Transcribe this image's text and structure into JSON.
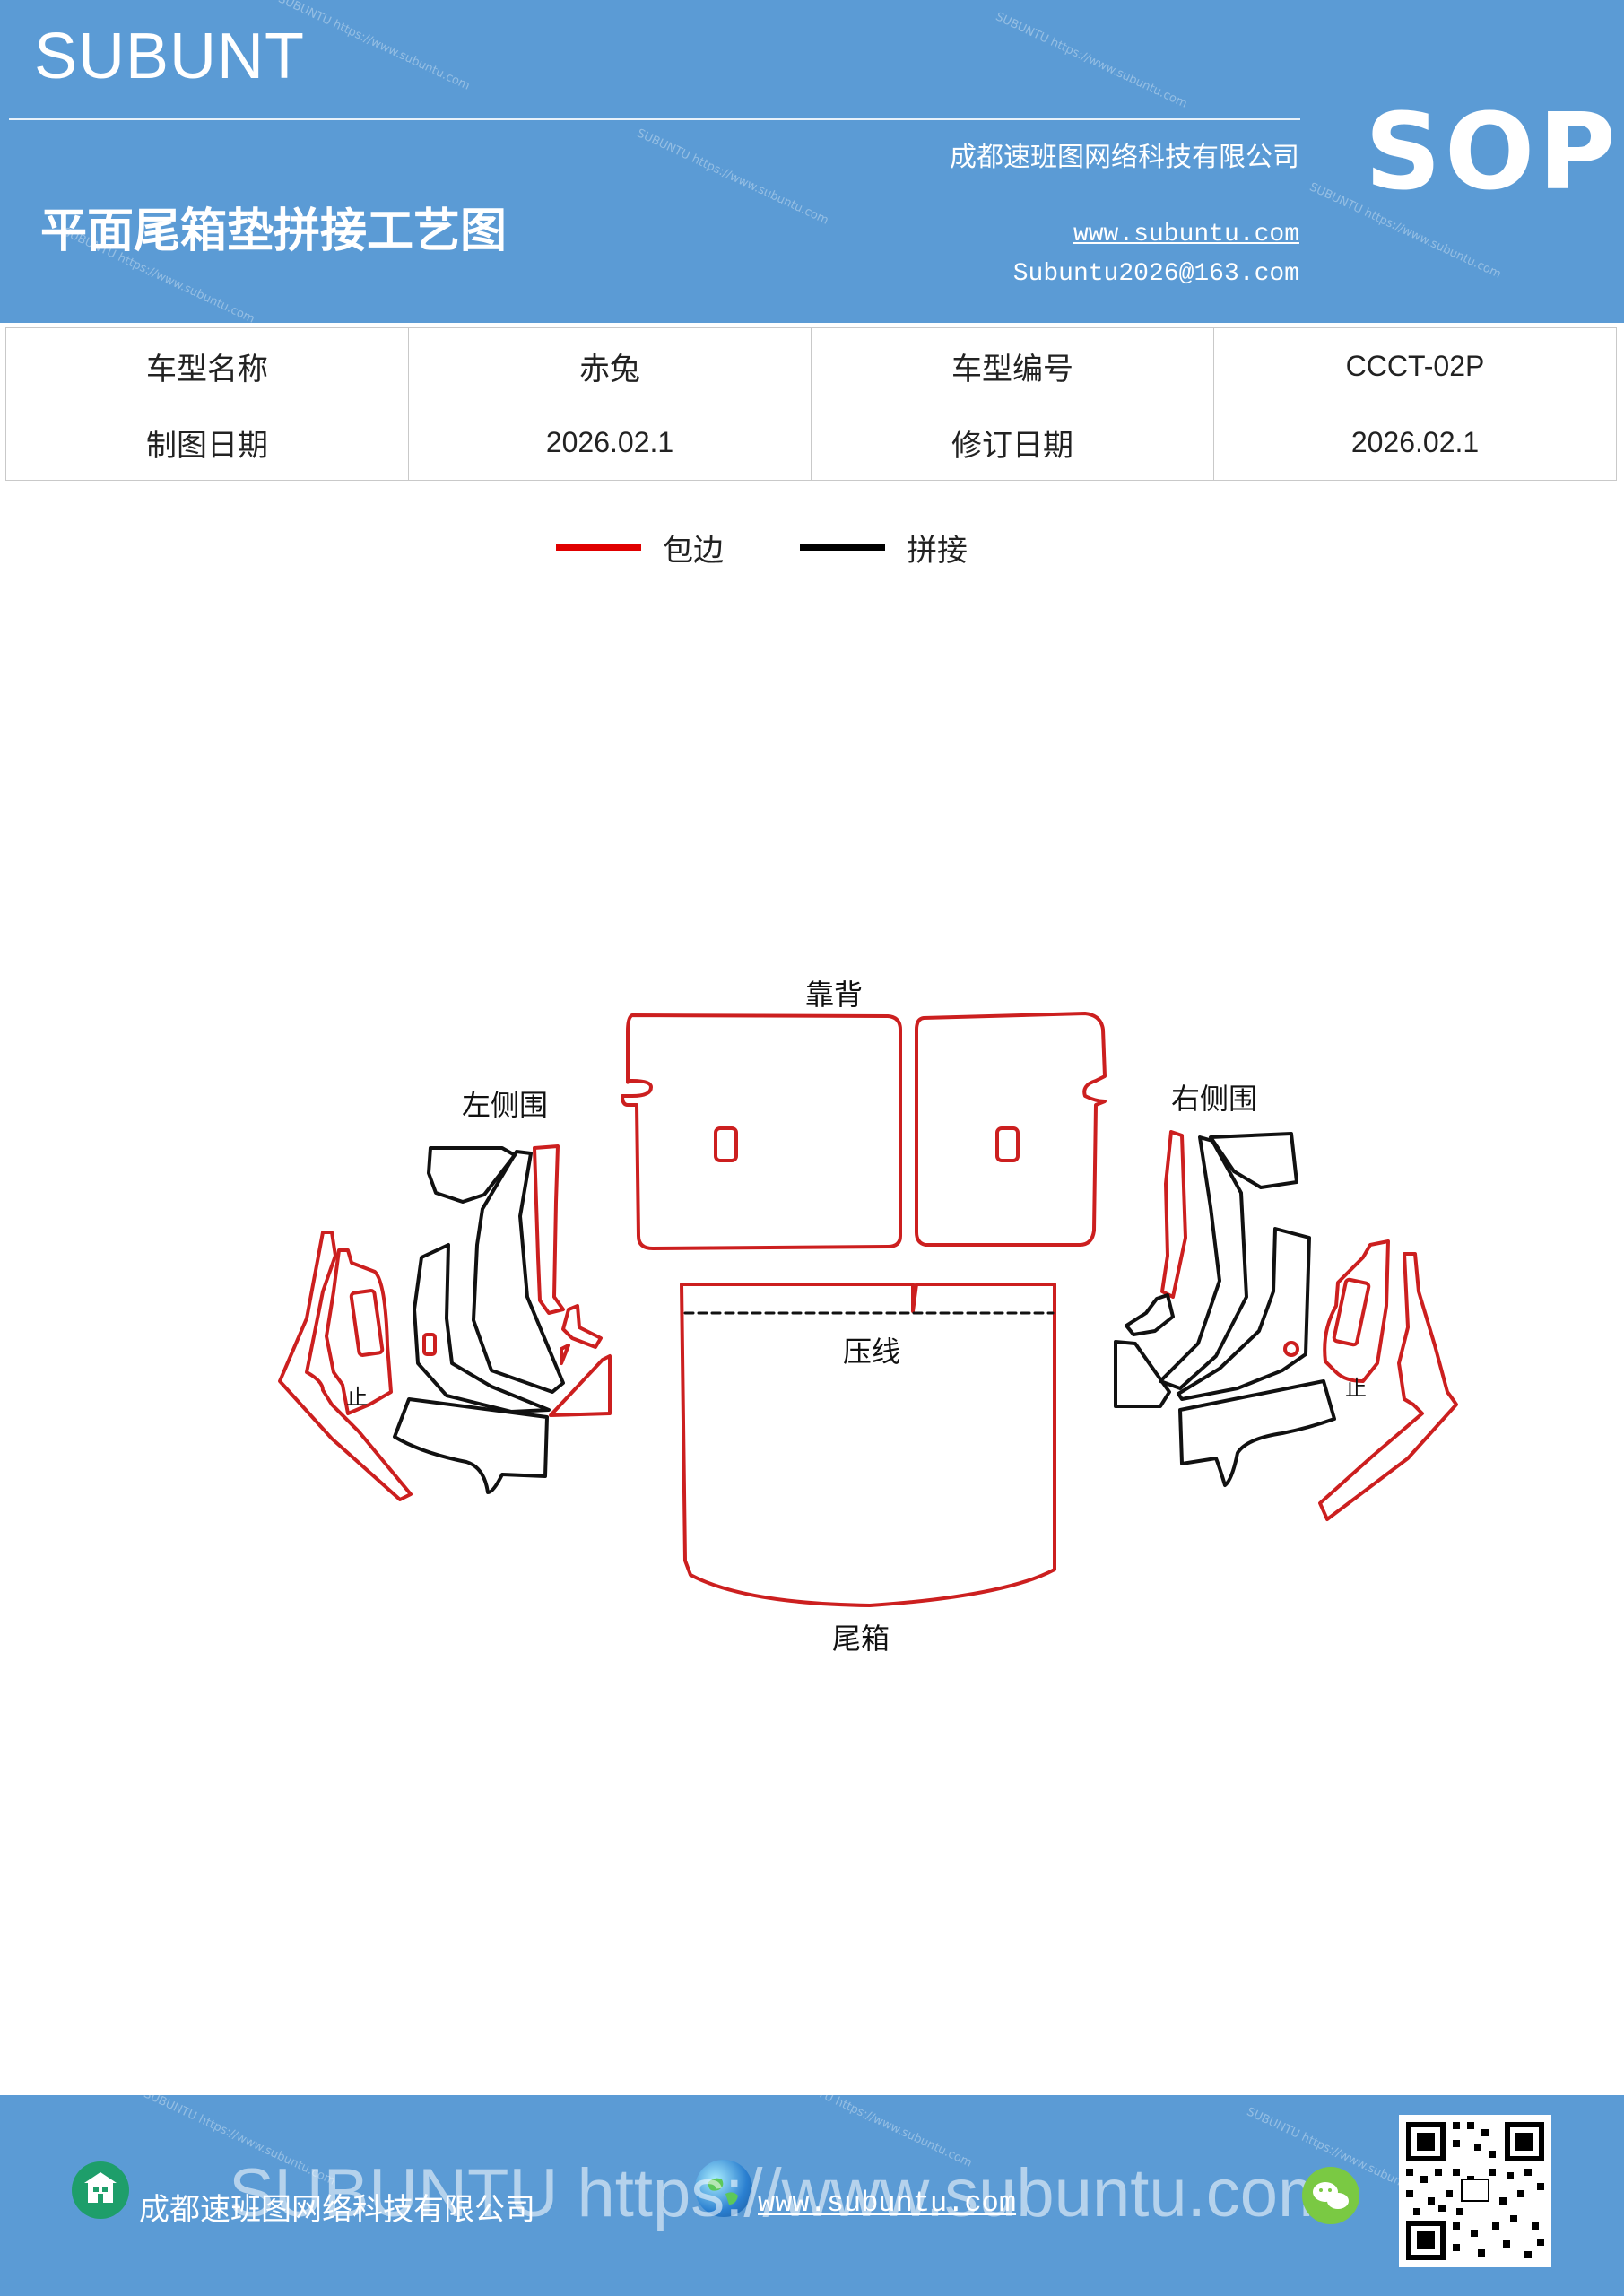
{
  "header": {
    "brand": "SUBUNT",
    "title": "平面尾箱垫拼接工艺图",
    "company": "成都速班图网络科技有限公司",
    "website": "www.subuntu.com",
    "email": "Subuntu2026@163.com",
    "badge": "SOP"
  },
  "info_table": {
    "rows": [
      [
        "车型名称",
        "赤兔",
        "车型编号",
        "CCCT-02P"
      ],
      [
        "制图日期",
        "2026.02.1",
        "修订日期",
        "2026.02.1"
      ]
    ]
  },
  "legend": {
    "items": [
      {
        "label": "包边",
        "color": "#e00000"
      },
      {
        "label": "拼接",
        "color": "#000000"
      }
    ]
  },
  "diagram": {
    "labels": {
      "backrest": "靠背",
      "left_side": "左侧围",
      "right_side": "右侧围",
      "crease_line": "压线",
      "trunk": "尾箱",
      "stop_left": "止",
      "stop_right": "止"
    },
    "colors": {
      "edge": "#cc1f1f",
      "seam": "#111111"
    }
  },
  "footer": {
    "company": "成都速班图网络科技有限公司",
    "website": "www.subuntu.com",
    "watermark": "SUBUNTU https://www.subuntu.com",
    "icons": [
      "building-icon",
      "globe-icon",
      "wechat-icon",
      "qr-code"
    ]
  }
}
